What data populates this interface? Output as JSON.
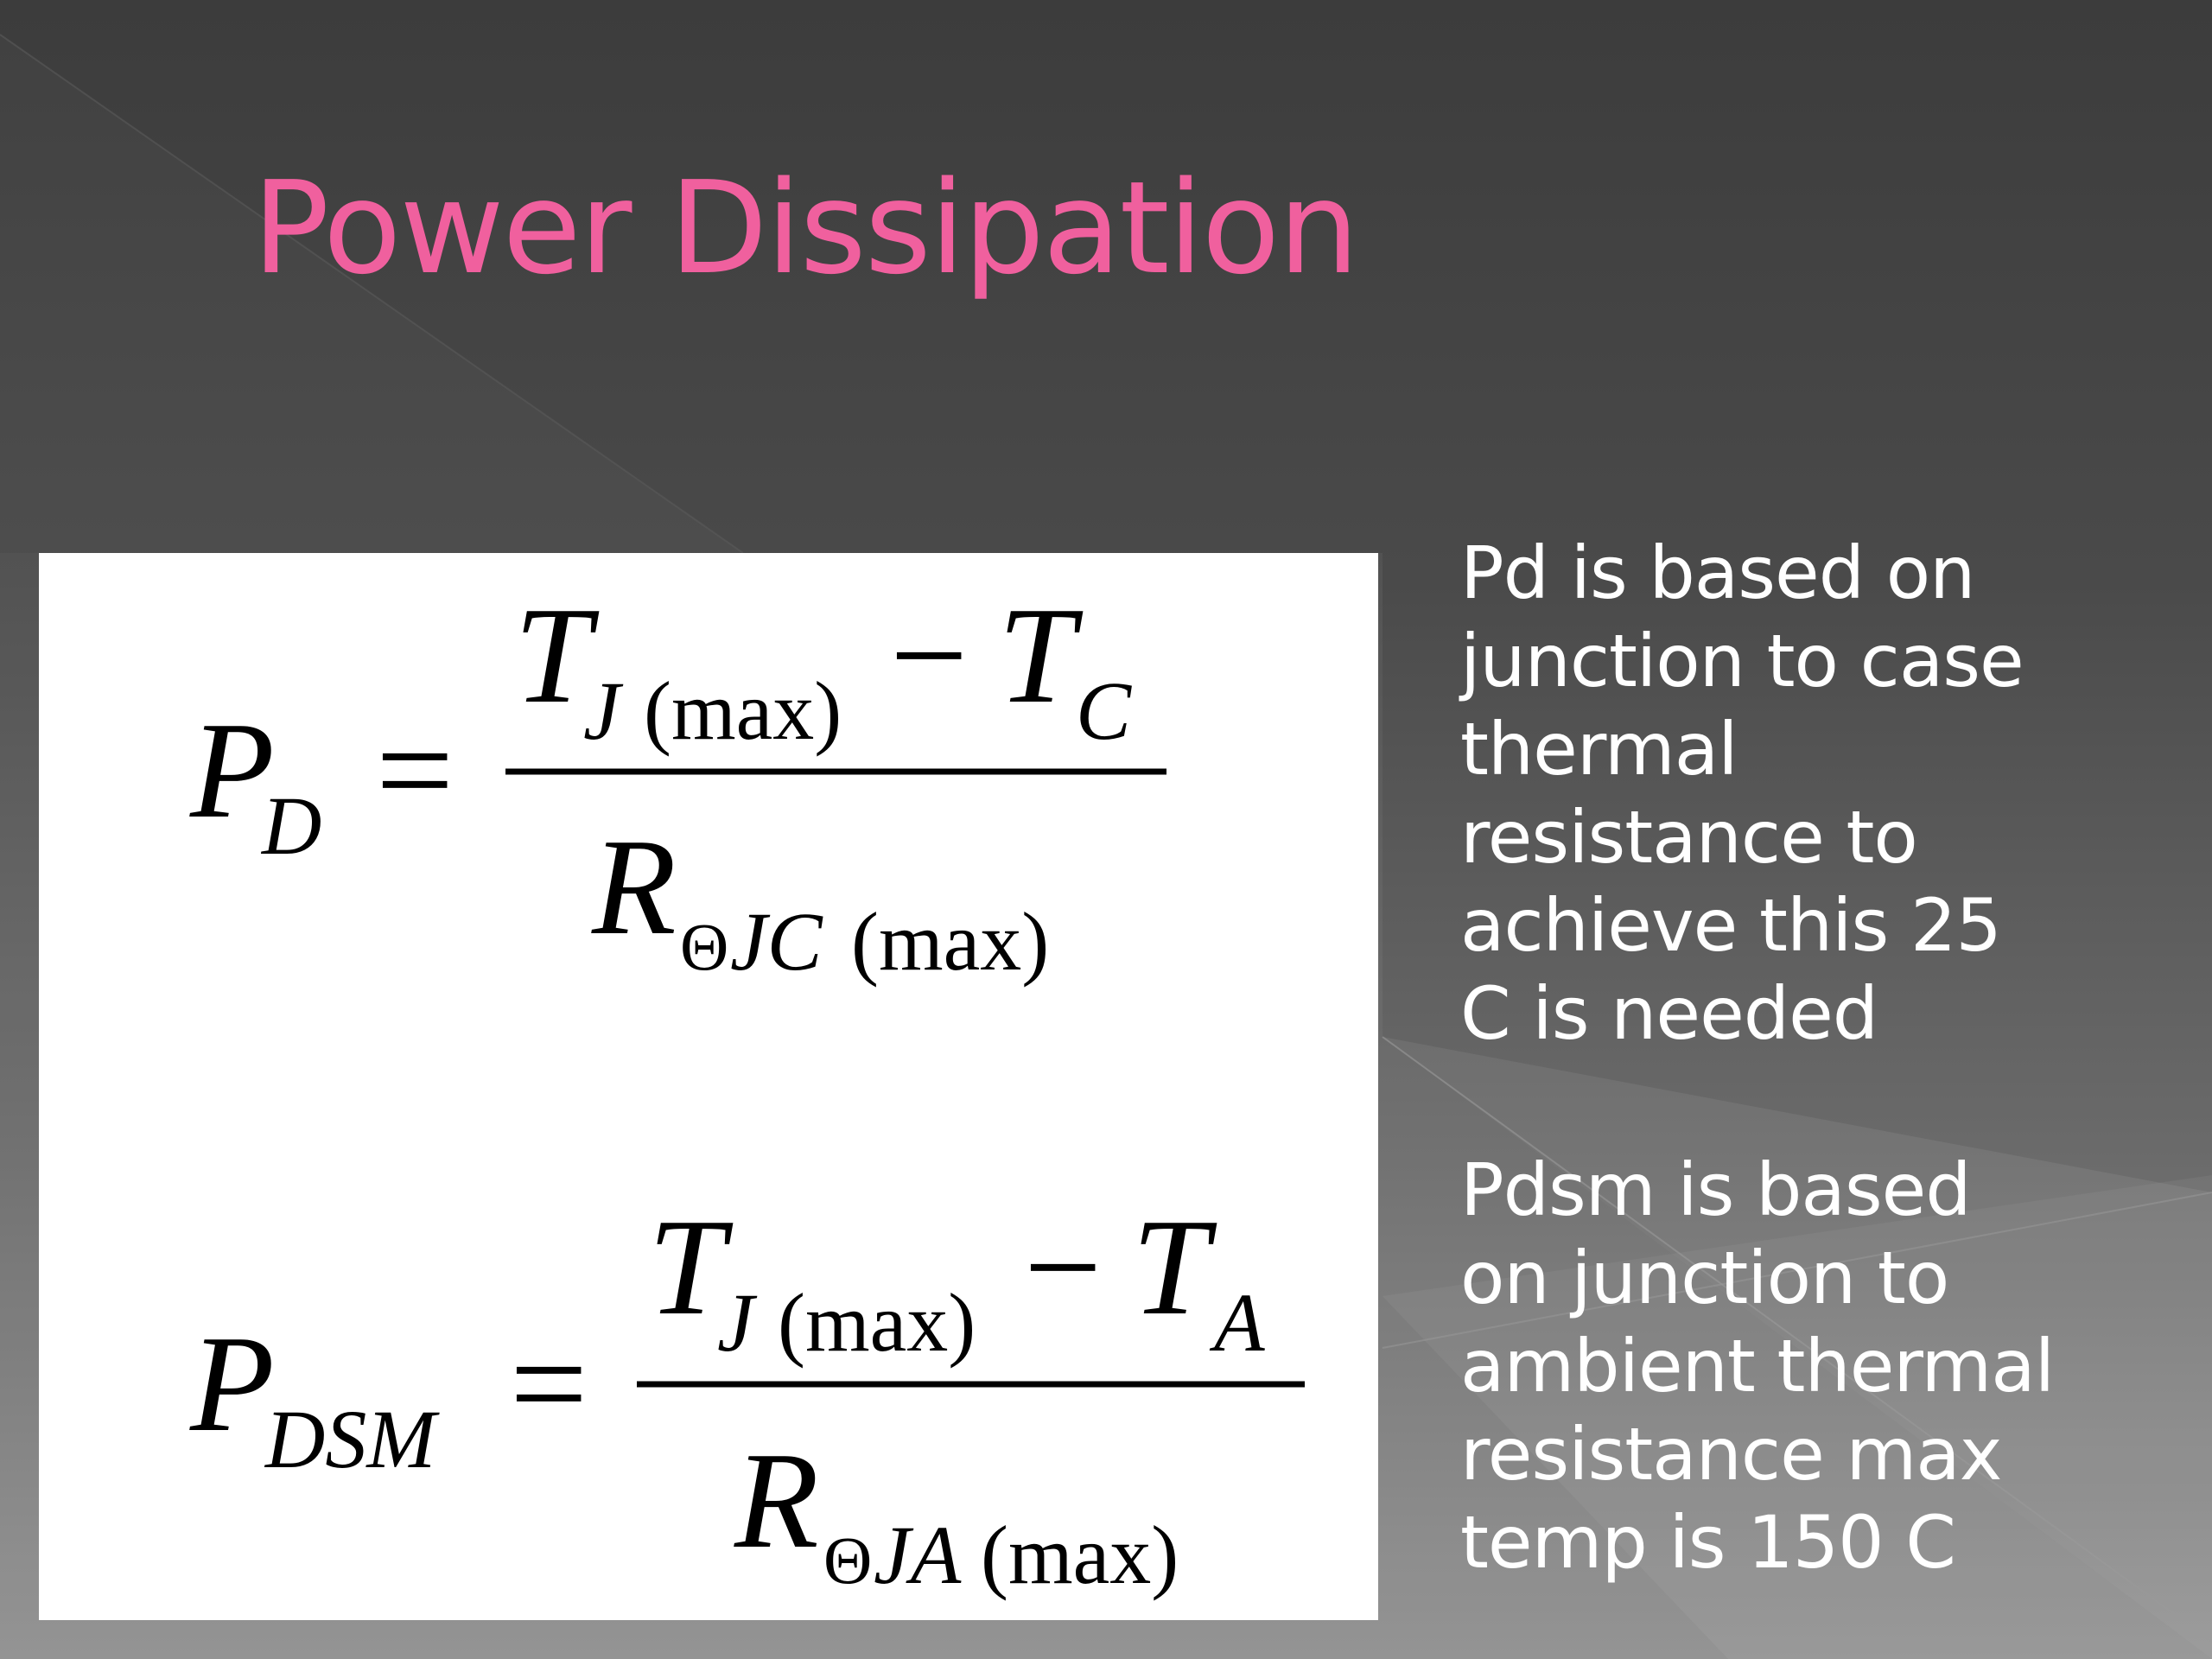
{
  "slide": {
    "title": "Power Dissipation",
    "colors": {
      "title": "#f0609e",
      "body_text": "#ffffff",
      "background_top": "#3c3c3c",
      "background_bottom": "#8f8f8f",
      "panel": "#ffffff"
    }
  },
  "equations": {
    "pd": {
      "lhs": "P",
      "lhs_sub": "D",
      "equals": "=",
      "num_T1": "T",
      "num_T1_sub_var": "J",
      "num_T1_sub_paren": "(max)",
      "minus": "−",
      "num_T2": "T",
      "num_T2_sub": "C",
      "den_R": "R",
      "den_sub_theta": "Θ",
      "den_sub_var": "JC",
      "den_sub_paren": "(max)"
    },
    "pdsm": {
      "lhs": "P",
      "lhs_sub": "DSM",
      "equals": "=",
      "num_T1": "T",
      "num_T1_sub_var": "J",
      "num_T1_sub_paren": "(max)",
      "minus": "−",
      "num_T2": "T",
      "num_T2_sub": "A",
      "den_R": "R",
      "den_sub_theta": "Θ",
      "den_sub_var": "JA",
      "den_sub_paren": "(max)"
    }
  },
  "notes": {
    "pd": "Pd is based on\njunction to case\nthermal\nresistance to\nachieve this 25\nC is needed",
    "pdsm": "Pdsm is based\non junction to\nambient thermal\nresistance max\ntemp is 150 C"
  }
}
